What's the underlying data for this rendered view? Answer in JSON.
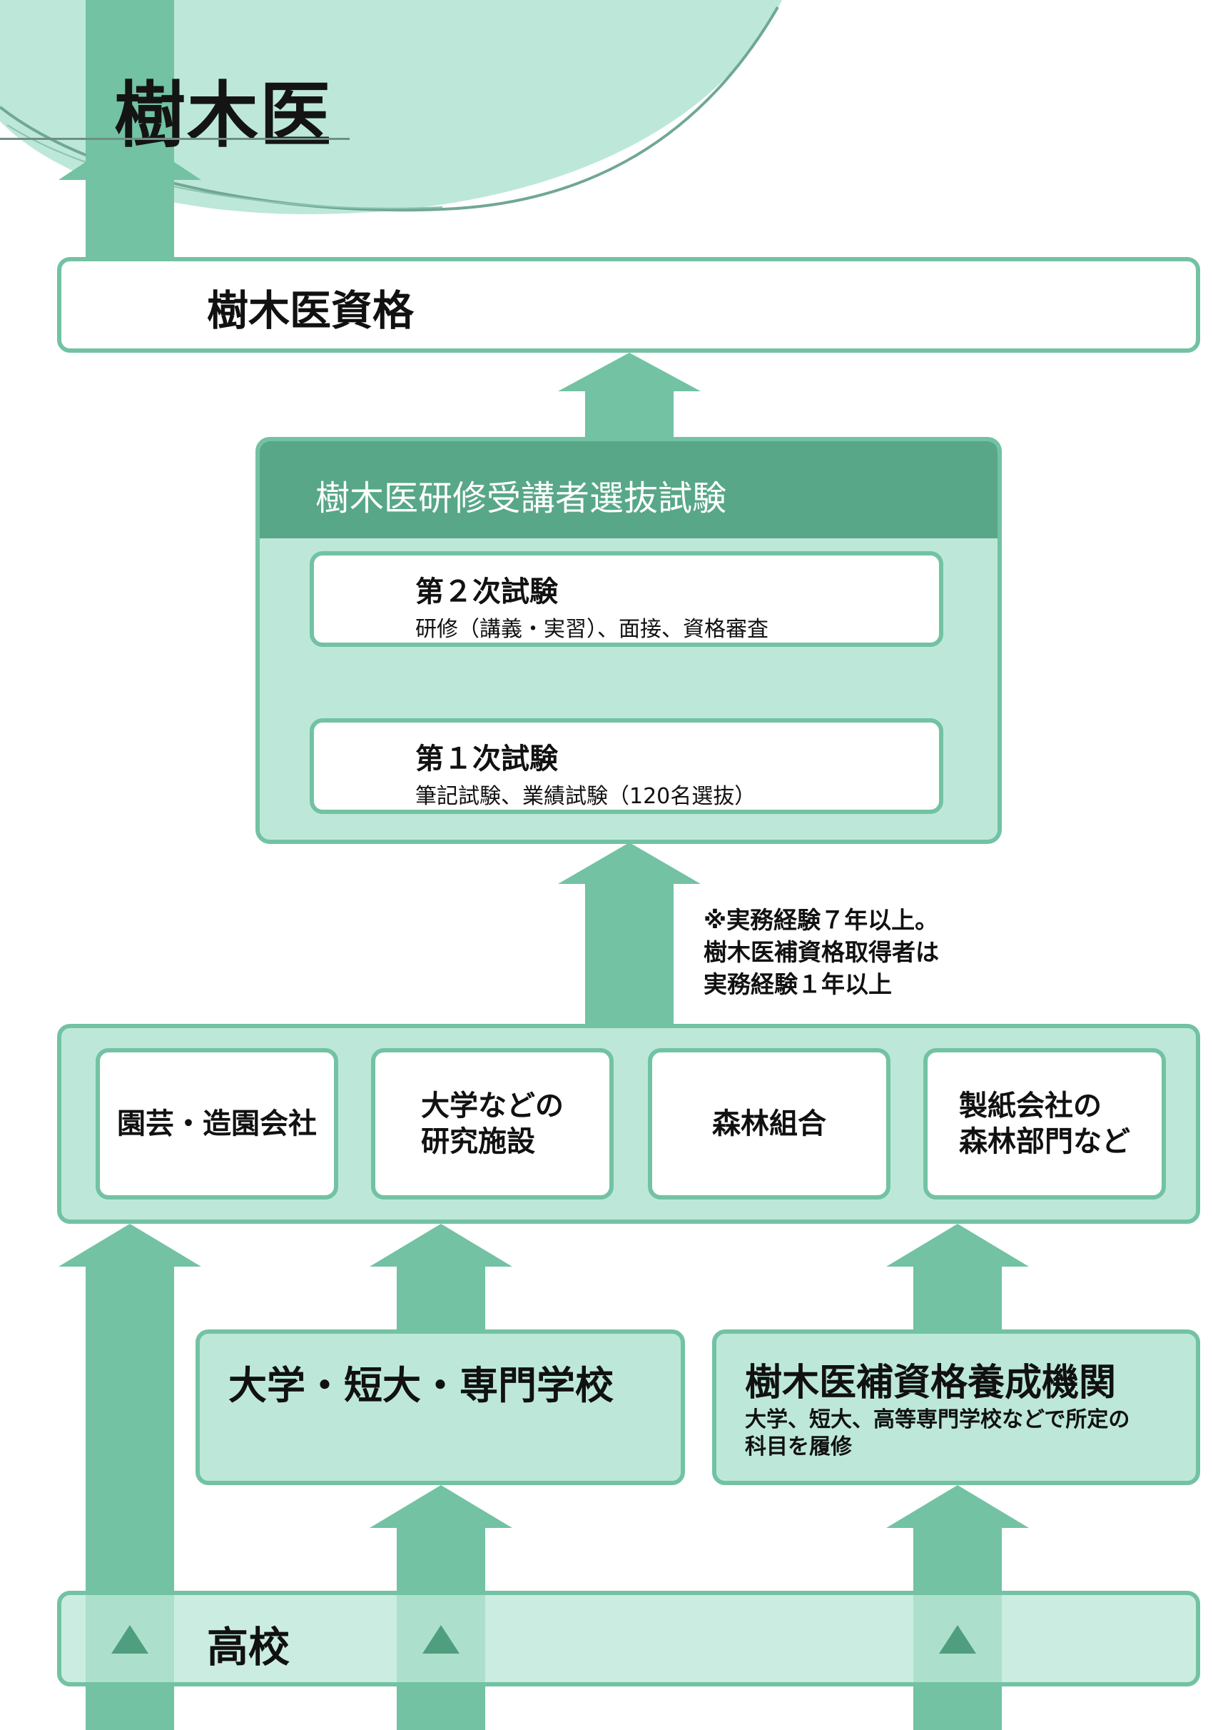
{
  "title": "樹木医",
  "qualification": "樹木医資格",
  "exam": {
    "header": "樹木医研修受講者選抜試験",
    "stage2": {
      "title": "第２次試験",
      "desc": "研修（講義・実習）、面接、資格審査"
    },
    "stage1": {
      "title": "第１次試験",
      "desc": "筆記試験、業績試験（120名選抜）"
    }
  },
  "requirement_note": "※実務経験７年以上。\n樹木医補資格取得者は\n実務経験１年以上",
  "workplaces": [
    {
      "label": "園芸・造園会社"
    },
    {
      "label": "大学などの\n研究施設"
    },
    {
      "label": "森林組合"
    },
    {
      "label": "製紙会社の\n森林部門など"
    }
  ],
  "schools": {
    "label": "大学・短大・専門学校"
  },
  "training": {
    "label": "樹木医補資格養成機関",
    "desc": "大学、短大、高等専門学校などで所定の\n科目を履修"
  },
  "high_school": "高校",
  "colors": {
    "accent": "#72c2a3",
    "dark_green": "#58a788",
    "mint": "#bde8d9"
  }
}
